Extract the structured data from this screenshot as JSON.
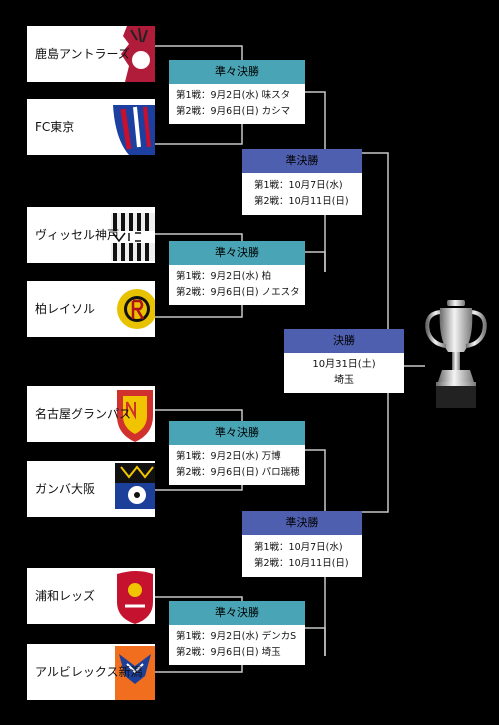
{
  "teams": [
    {
      "name": "鹿島アントラーズ",
      "crest": "kashima-crest",
      "color": "#b01c3a"
    },
    {
      "name": "FC東京",
      "crest": "fctokyo-crest",
      "color": "#1c3fa0"
    },
    {
      "name": "ヴィッセル神戸",
      "crest": "kobe-crest",
      "color": "#111111"
    },
    {
      "name": "柏レイソル",
      "crest": "kashiwa-crest",
      "color": "#e8c200"
    },
    {
      "name": "名古屋グランパス",
      "crest": "nagoya-crest",
      "color": "#d0312d"
    },
    {
      "name": "ガンバ大阪",
      "crest": "gamba-crest",
      "color": "#1c3f99"
    },
    {
      "name": "浦和レッズ",
      "crest": "urawa-crest",
      "color": "#c4122f"
    },
    {
      "name": "アルビレックス新潟",
      "crest": "niigata-crest",
      "color": "#f06e1e"
    }
  ],
  "quarterfinals": [
    {
      "title": "準々決勝",
      "leg1": "第1戦：9月2日(水) 味スタ",
      "leg2": "第2戦：9月6日(日) カシマ"
    },
    {
      "title": "準々決勝",
      "leg1": "第1戦：9月2日(水) 柏",
      "leg2": "第2戦：9月6日(日) ノエスタ"
    },
    {
      "title": "準々決勝",
      "leg1": "第1戦：9月2日(水) 万博",
      "leg2": "第2戦：9月6日(日) パロ瑞穂"
    },
    {
      "title": "準々決勝",
      "leg1": "第1戦：9月2日(水) デンカS",
      "leg2": "第2戦：9月6日(日) 埼玉"
    }
  ],
  "semifinals": [
    {
      "title": "準決勝",
      "leg1": "第1戦：10月7日(水)",
      "leg2": "第2戦：10月11日(日)"
    },
    {
      "title": "準決勝",
      "leg1": "第1戦：10月7日(水)",
      "leg2": "第2戦：10月11日(日)"
    }
  ],
  "final": {
    "title": "決勝",
    "date": "10月31日(土)",
    "venue": "埼玉"
  },
  "trophy": {
    "icon": "trophy-icon"
  },
  "colors": {
    "background": "#000000",
    "line": "#c8c8c8",
    "qf_header": "#49a5b5",
    "sf_header": "#4f5fb0"
  }
}
